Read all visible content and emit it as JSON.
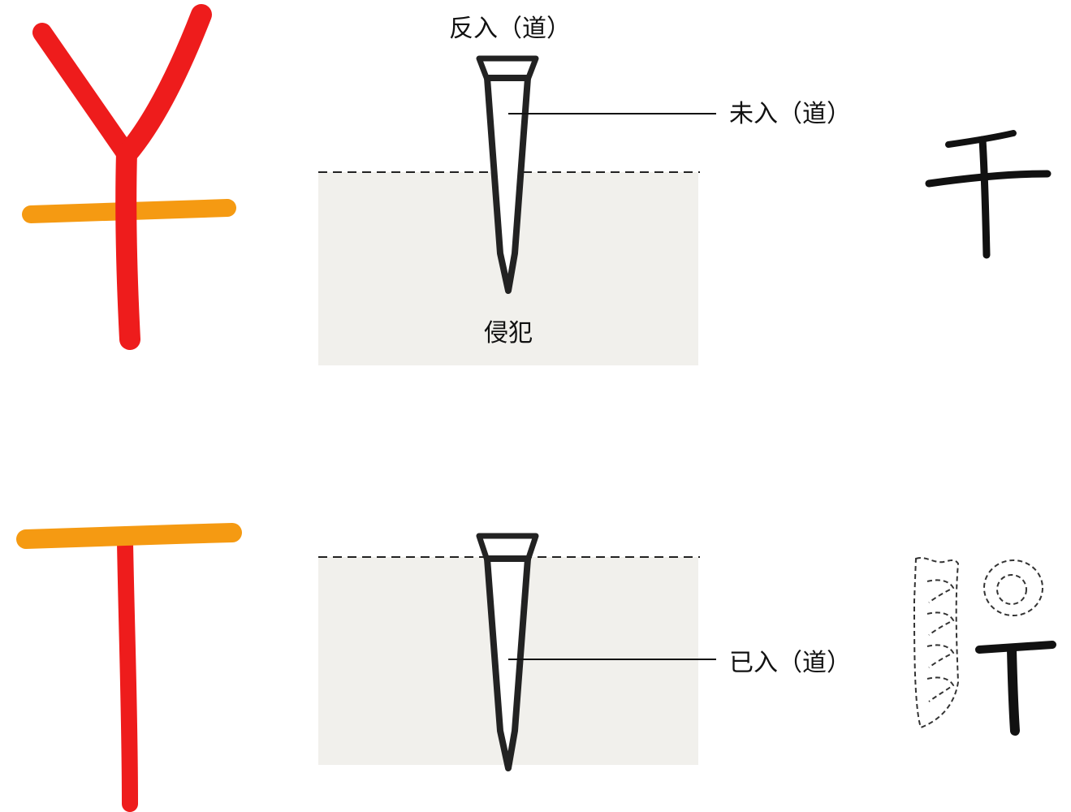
{
  "labels": {
    "fanru": "反入（道）",
    "weiru": "未入（道）",
    "qinfan": "侵犯",
    "yiru": "已入（道）"
  },
  "colors": {
    "red": "#ee1c1c",
    "orange": "#f59a12",
    "ground": "#f1f0ec",
    "nail_outline": "#222222",
    "ink": "#111111"
  },
  "icons": {
    "top_left": "y-shape-branch-glyph",
    "top_right": "gan-character-glyph",
    "bottom_left": "t-shape-glyph",
    "bottom_right": "ancient-glyph-with-dashed-outline"
  }
}
